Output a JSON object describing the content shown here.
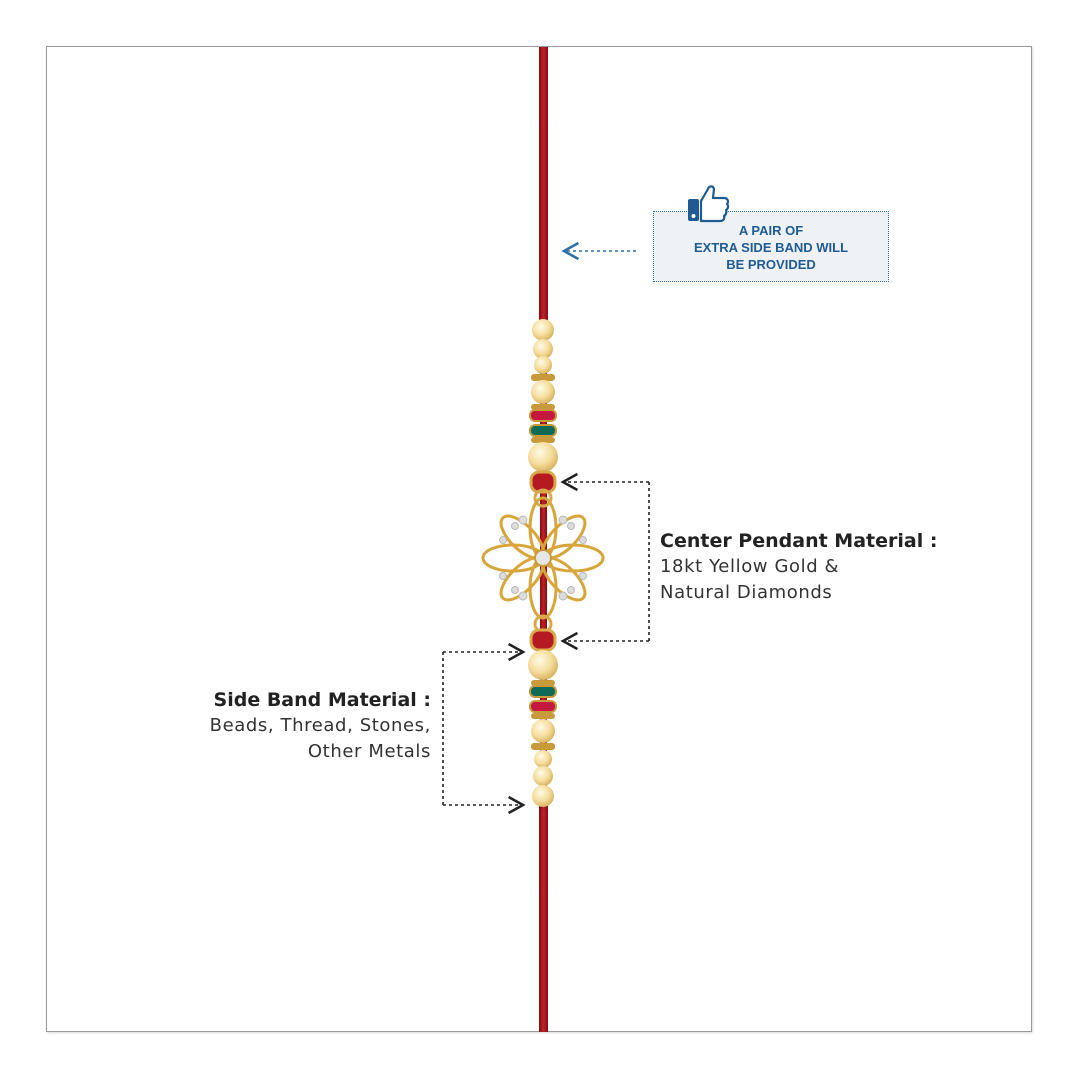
{
  "callout": {
    "lines": [
      "A PAIR OF",
      "EXTRA SIDE BAND WILL",
      "BE PROVIDED"
    ],
    "icon": "thumbs-up-icon",
    "color": "#1f5a93"
  },
  "center_pendant": {
    "title": "Center Pendant Material :",
    "lines": [
      "18kt Yellow Gold &",
      "Natural Diamonds"
    ]
  },
  "side_band": {
    "title": "Side Band Material :",
    "lines": [
      "Beads, Thread, Stones,",
      "Other Metals"
    ]
  },
  "colors": {
    "thread": "#a3161c",
    "gold": "#e8c36a",
    "bead": "#f6e2a6",
    "ruby": "#c4183f",
    "emerald": "#0f6b56"
  }
}
